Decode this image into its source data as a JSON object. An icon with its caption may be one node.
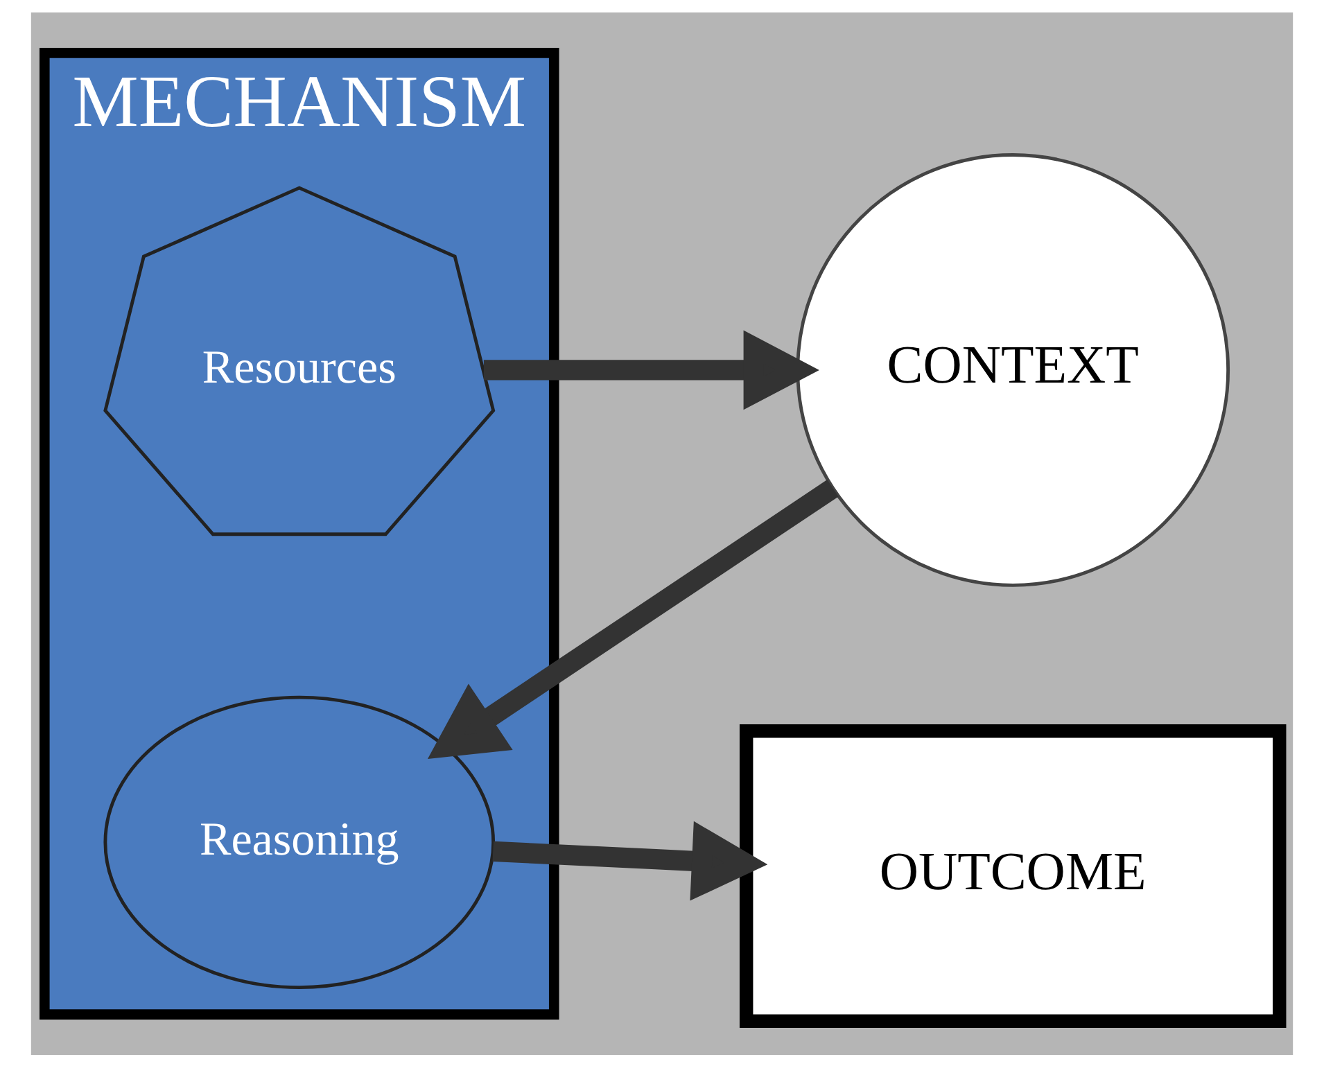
{
  "diagram": {
    "nodes": [
      {
        "text": [
          "MECHANISM"
        ]
      },
      {
        "text": [
          "CONTEXT"
        ]
      },
      {
        "text": [
          "Resources"
        ],
        "in": 0
      },
      {
        "text": [
          "Reasoning"
        ],
        "in": 0
      },
      {
        "text": [
          "OUTCOME"
        ]
      }
    ],
    "edges": [
      {
        "from": 2,
        "to": 1,
        "arrow": "to"
      },
      {
        "from": 1,
        "to": 3,
        "arrow": "to"
      },
      {
        "from": 3,
        "to": 4,
        "arrow": "to"
      }
    ]
  }
}
